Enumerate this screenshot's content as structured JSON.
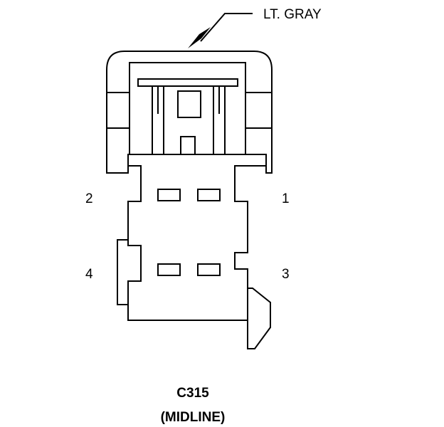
{
  "wire_color_label": "LT. GRAY",
  "pins": {
    "pin_1": "1",
    "pin_2": "2",
    "pin_3": "3",
    "pin_4": "4"
  },
  "connector": {
    "id": "C315",
    "location": "(MIDLINE)"
  },
  "colors": {
    "line": "#000000",
    "background": "#ffffff"
  }
}
